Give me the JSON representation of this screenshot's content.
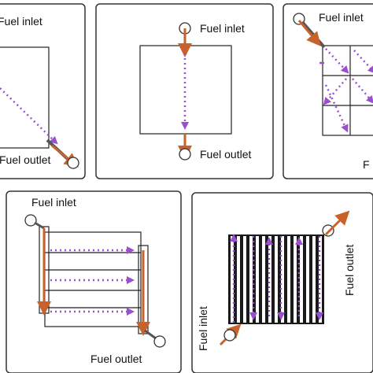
{
  "colors": {
    "panel_border": "#333333",
    "grid_line": "#222222",
    "manifold": "#c8622a",
    "flow": "#9b4fd0",
    "channel_dark": "#1a1a1a"
  },
  "panels": [
    {
      "id": "diagonal",
      "inlet_label": "Fuel inlet",
      "outlet_label": "Fuel outlet"
    },
    {
      "id": "straight",
      "inlet_label": "Fuel inlet",
      "outlet_label": "Fuel outlet"
    },
    {
      "id": "grid",
      "inlet_label": "Fuel inlet",
      "outlet_label": "F"
    },
    {
      "id": "serpentine",
      "inlet_label": "Fuel inlet",
      "outlet_label": "Fuel outlet"
    },
    {
      "id": "interdigitated",
      "inlet_label": "Fuel inlet",
      "outlet_label": "Fuel outlet"
    }
  ]
}
